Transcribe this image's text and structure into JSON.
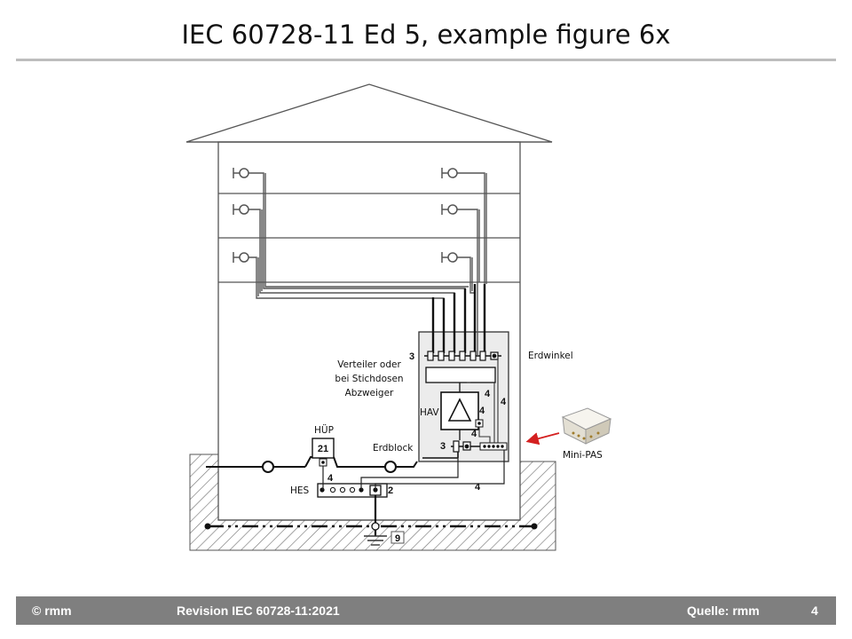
{
  "slide": {
    "title": "IEC 60728-11 Ed 5, example figure 6x"
  },
  "diagram": {
    "labels": {
      "distributor": [
        "Verteiler oder",
        "bei Stichdosen",
        "Abzweiger"
      ],
      "erdwinkel": "Erdwinkel",
      "hav": "HAV",
      "huep": "HÜP",
      "huep_value": "21",
      "erdblock": "Erdblock",
      "hes": "HES",
      "mini_pas": "Mini-PAS",
      "foundation_marker": "9"
    },
    "wire_numbers": {
      "distributor_bar": "3",
      "hav_right_inner": "4",
      "hav_right_outer": "4",
      "hav_left": "4",
      "hav_bottom": "4",
      "erdblock": "3",
      "huep_to_hes": "4",
      "hes_right": "2",
      "mini_pas_to_hes": "4"
    },
    "colors": {
      "line": "#111111",
      "cabinet_fill": "#ececec",
      "arrow": "#d42020",
      "hatch": "#777777"
    }
  },
  "footer": {
    "copyright": "© rmm",
    "revision": "Revision IEC 60728-11:2021",
    "source": "Quelle: rmm",
    "page": "4"
  }
}
